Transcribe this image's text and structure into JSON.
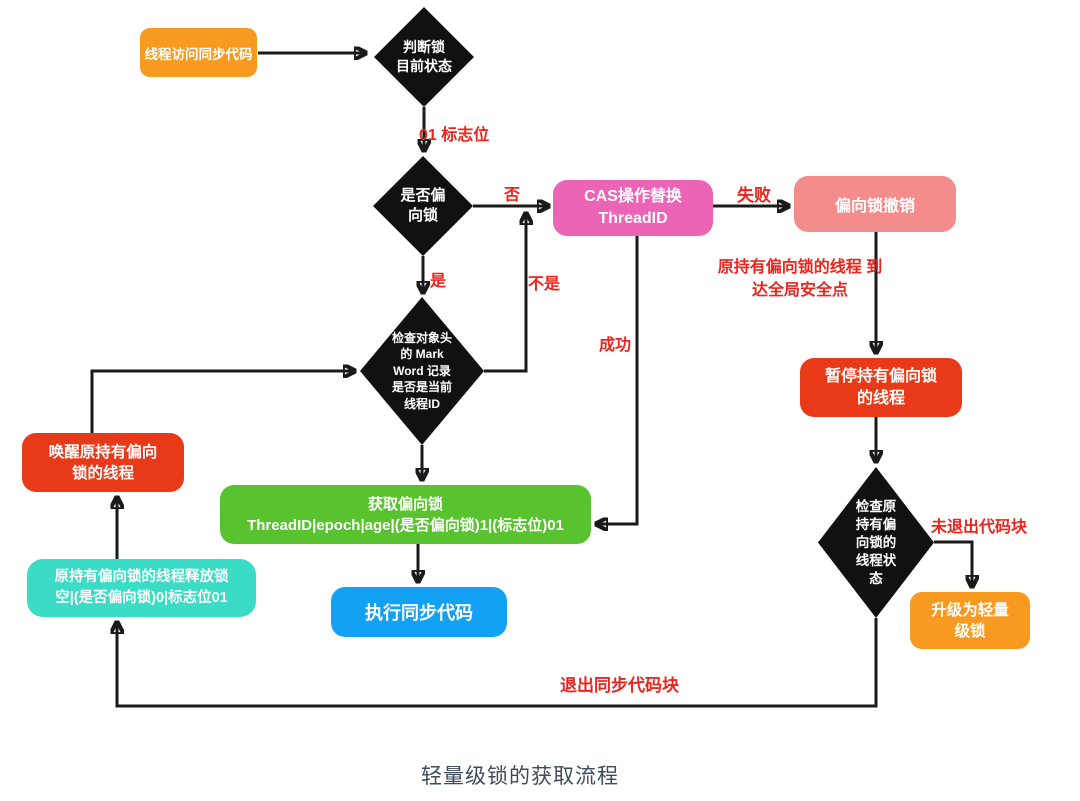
{
  "diagram_title": "轻量级锁的获取流程",
  "colors": {
    "orange": "#f79a1f",
    "pink": "#ec64b6",
    "salmon": "#f48c8c",
    "red": "#e83a18",
    "green": "#58c32f",
    "blue": "#13a1f4",
    "teal": "#3bdcc5",
    "diamond_black": "#111111",
    "edge_line": "#1a1a1a",
    "edge_label_red": "#e9251d",
    "title_gray": "#3d4b5a"
  },
  "nodes": {
    "start": {
      "text": "线程访问同步代码"
    },
    "judge_lock_state": {
      "line1": "判断锁",
      "line2": "目前状态"
    },
    "is_biased_lock": {
      "line1": "是否偏",
      "line2": "向锁"
    },
    "cas_replace": {
      "line1": "CAS操作替换",
      "line2": "ThreadID"
    },
    "biased_lock_revoke": {
      "text": "偏向锁撤销"
    },
    "check_mark_word": {
      "line1": "检查对象头",
      "line2": "的 Mark",
      "line3": "Word 记录",
      "line4": "是否是当前",
      "line5": "线程ID"
    },
    "wake_original_thread": {
      "line1": "唤醒原持有偏向",
      "line2": "锁的线程"
    },
    "acquire_biased_lock": {
      "line1": "获取偏向锁",
      "line2": "ThreadID|epoch|age|(是否偏向锁)1|(标志位)01"
    },
    "execute_sync_code": {
      "text": "执行同步代码"
    },
    "release_lock": {
      "line1": "原持有偏向锁的线程释放锁",
      "line2": "空|(是否偏向锁)0|标志位01"
    },
    "pause_original_thread": {
      "line1": "暂停持有偏向锁",
      "line2": "的线程"
    },
    "check_thread_state": {
      "line1": "检查原",
      "line2": "持有偏",
      "line3": "向锁的",
      "line4": "线程状",
      "line5": "态"
    },
    "upgrade_lightweight": {
      "line1": "升级为轻量",
      "line2": "级锁"
    }
  },
  "edge_labels": {
    "flag_01": "01 标志位",
    "no": "否",
    "yes": "是",
    "not_me": "不是",
    "fail": "失败",
    "success": "成功",
    "safepoint_line1": "原持有偏向锁的线程",
    "safepoint_line2": "到达全局安全点",
    "not_exit_block": "未退出代码块",
    "exit_sync_block": "退出同步代码块"
  }
}
